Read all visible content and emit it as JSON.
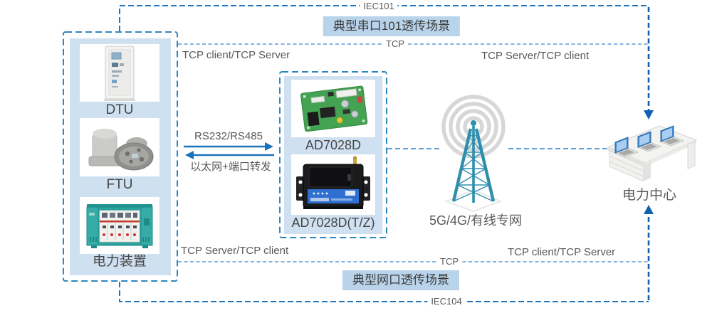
{
  "titles": {
    "top": "典型串口101透传场景",
    "bottom": "典型网口透传场景"
  },
  "line_labels": {
    "iec101": "IEC101",
    "tcp_top": "TCP",
    "tcp_bottom": "TCP",
    "iec104": "IEC104"
  },
  "protocol_labels": {
    "top_left": "TCP client/TCP Server",
    "top_right": "TCP Server/TCP client",
    "bottom_left": "TCP Server/TCP client",
    "bottom_right": "TCP client/TCP Server"
  },
  "link_labels": {
    "serial": "RS232/RS485",
    "ethernet": "以太网+端口转发"
  },
  "left_box": {
    "devices": [
      {
        "label": "DTU"
      },
      {
        "label": "FTU"
      },
      {
        "label": "电力装置"
      }
    ]
  },
  "middle_box": {
    "devices": [
      {
        "label": "AD7028D"
      },
      {
        "label": "AD7028D(T/Z)"
      }
    ]
  },
  "network": {
    "label": "5G/4G/有线专网"
  },
  "power_center": {
    "label": "电力中心"
  },
  "colors": {
    "iec_line": "#2678bc",
    "tcp_line": "#5b9bd5",
    "arrow_vertical": "#1260b2",
    "box_border": "#2e86c1",
    "box_fill": "#cfe0f0",
    "title_bg": "#b9d3ea",
    "tower_teal": "#2e8fad"
  }
}
